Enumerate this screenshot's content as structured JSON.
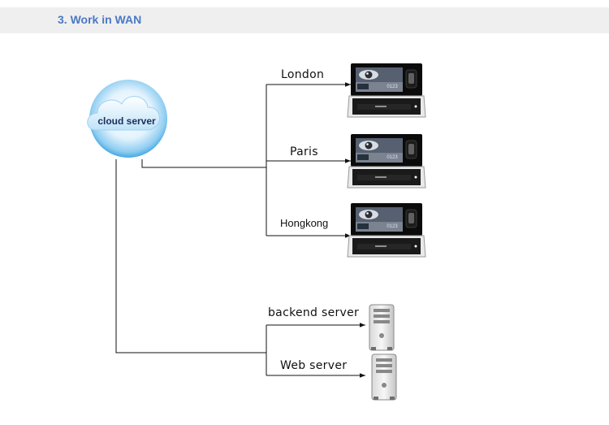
{
  "header": {
    "title": "3. Work in WAN"
  },
  "cloud": {
    "label": "cloud server"
  },
  "devices": [
    {
      "label": "London",
      "screen_number": "0123"
    },
    {
      "label": "Paris",
      "screen_number": "0123"
    },
    {
      "label": "Hongkong",
      "screen_number": "0123"
    }
  ],
  "servers": [
    {
      "label": "backend server"
    },
    {
      "label": "Web server"
    }
  ],
  "icons": {
    "cloud": "cloud-icon",
    "device": "fingerprint-terminal-icon",
    "server": "server-tower-icon"
  }
}
